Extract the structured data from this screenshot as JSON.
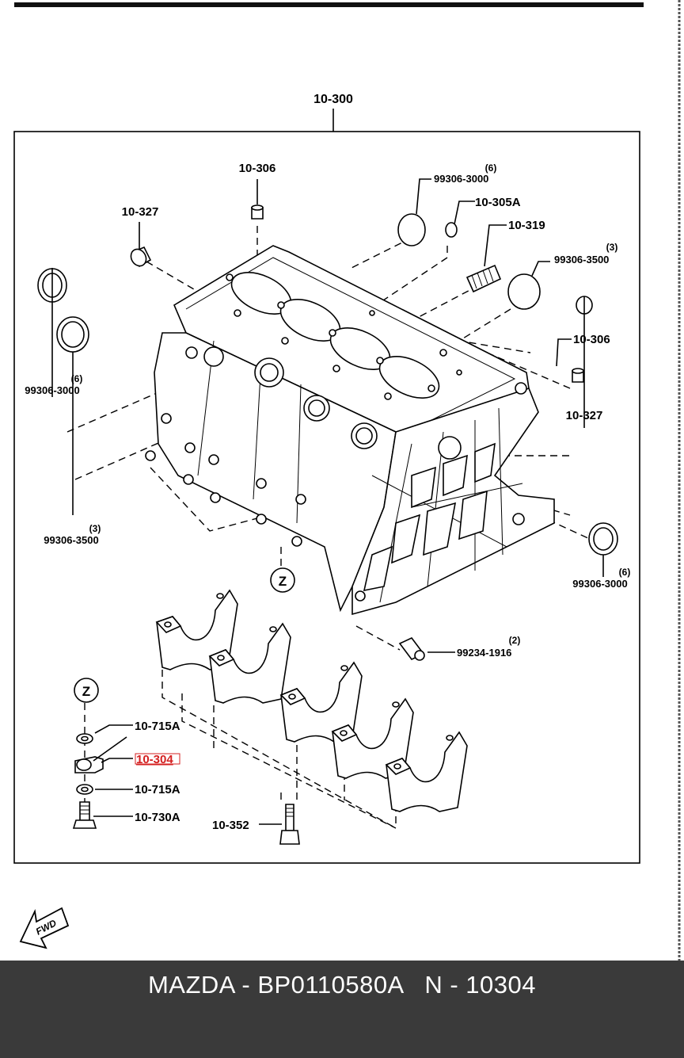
{
  "diagram": {
    "assembly_label": "10-300",
    "labels": {
      "top_10_306": "10-306",
      "top_10_327": "10-327",
      "plug_top_qty": "(6)",
      "plug_top": "99306-3000",
      "part_10_305A": "10-305A",
      "part_10_319": "10-319",
      "plug_right_upper_qty": "(3)",
      "plug_right_upper": "99306-3500",
      "right_10_306": "10-306",
      "right_10_327": "10-327",
      "plug_left_upper_qty": "(6)",
      "plug_left_upper": "99306-3000",
      "plug_left_lower_qty": "(3)",
      "plug_left_lower": "99306-3500",
      "plug_right_lower_qty": "(6)",
      "plug_right_lower": "99306-3000",
      "pin_qty": "(2)",
      "pin": "99234-1916",
      "marker_z_block": "Z",
      "marker_z_detail": "Z",
      "washer_top": "10-715A",
      "highlight_part": "10-304",
      "washer_bottom": "10-715A",
      "bolt_detail": "10-730A",
      "bolt_main": "10-352",
      "fwd_arrow": "FWD"
    },
    "highlight_color": "#d42020"
  },
  "footer": {
    "text": "MAZDA - BP0110580A   N - 10304"
  }
}
